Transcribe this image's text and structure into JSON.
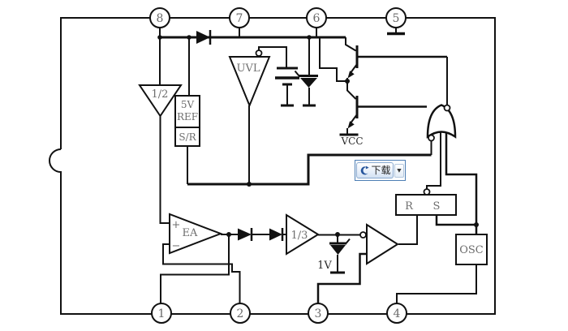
{
  "ic": {
    "pins_top": [
      "8",
      "7",
      "6",
      "5"
    ],
    "pins_bottom": [
      "1",
      "2",
      "3",
      "4"
    ],
    "blocks": {
      "half_divider": "1/2",
      "ref_line1": "5V",
      "ref_line2": "REF",
      "soft_start": "S/R",
      "uvlo": "UVL",
      "error_amp": "EA",
      "ea_plus": "+",
      "ea_minus": "−",
      "third_divider": "1/3",
      "zener_label": "1V",
      "vcc_label": "VCC",
      "latch_r": "R",
      "latch_s": "S",
      "osc": "OSC"
    }
  },
  "download_button": {
    "label": "下载",
    "dropdown_glyph": "▼"
  },
  "colors": {
    "line": "#111111",
    "label_gray": "#6e6e6e",
    "button_border": "#4e7fb5",
    "button_inner_border": "#8aa9cf",
    "button_icon_blue": "#25549b",
    "background": "#ffffff"
  }
}
